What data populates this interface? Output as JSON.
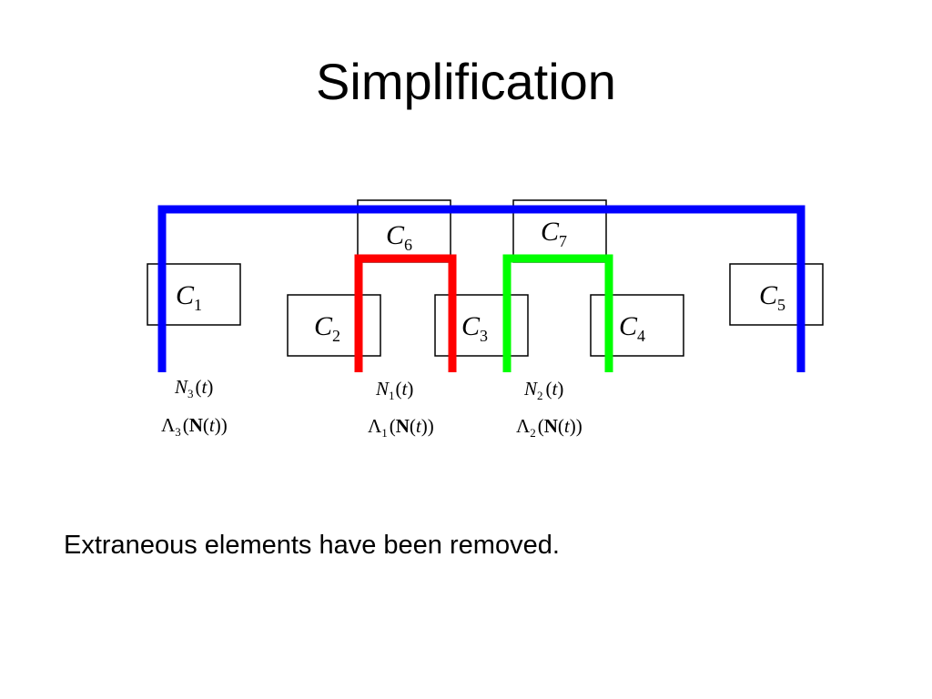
{
  "slide": {
    "title": "Simplification",
    "caption": "Extraneous elements have been removed."
  },
  "components": [
    {
      "id": "C1",
      "letter": "C",
      "index": "1"
    },
    {
      "id": "C2",
      "letter": "C",
      "index": "2"
    },
    {
      "id": "C3",
      "letter": "C",
      "index": "3"
    },
    {
      "id": "C4",
      "letter": "C",
      "index": "4"
    },
    {
      "id": "C5",
      "letter": "C",
      "index": "5"
    },
    {
      "id": "C6",
      "letter": "C",
      "index": "6"
    },
    {
      "id": "C7",
      "letter": "C",
      "index": "7"
    }
  ],
  "brackets": [
    {
      "id": "blue",
      "color": "#0000ff",
      "counter": {
        "letter": "N",
        "index": "3",
        "arg": "t"
      },
      "rate": {
        "letter": "Λ",
        "index": "3",
        "bold_arg": "N",
        "arg": "t"
      }
    },
    {
      "id": "red",
      "color": "#ff0000",
      "counter": {
        "letter": "N",
        "index": "1",
        "arg": "t"
      },
      "rate": {
        "letter": "Λ",
        "index": "1",
        "bold_arg": "N",
        "arg": "t"
      }
    },
    {
      "id": "green",
      "color": "#00ff00",
      "counter": {
        "letter": "N",
        "index": "2",
        "arg": "t"
      },
      "rate": {
        "letter": "Λ",
        "index": "2",
        "bold_arg": "N",
        "arg": "t"
      }
    }
  ]
}
